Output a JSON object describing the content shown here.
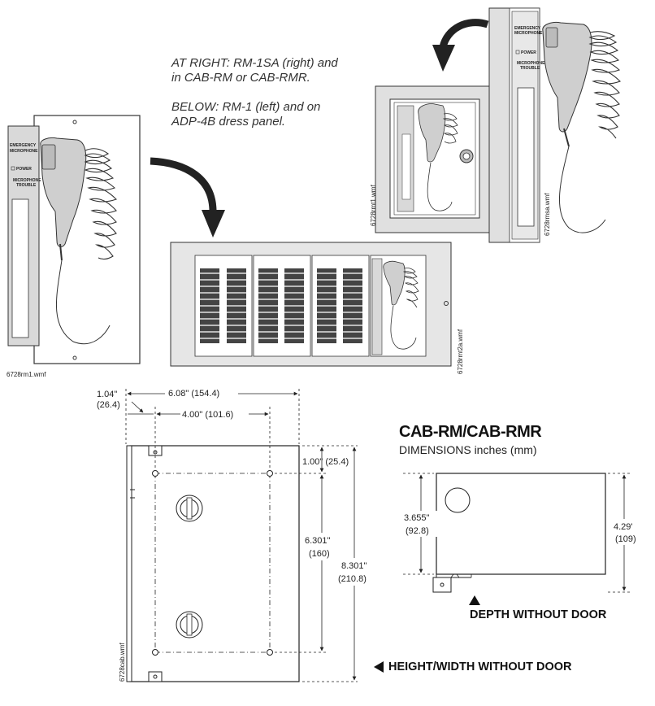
{
  "caption": {
    "line1": "AT RIGHT: RM-1SA (right) and",
    "line2": "in CAB-RM or CAB-RMR.",
    "line3": "BELOW: RM-1 (left) and on",
    "line4": "ADP-4B dress panel."
  },
  "panel_labels": {
    "emergency": "EMERGENCY",
    "microphone": "MICROPHONE",
    "power": "POWER",
    "mic_trouble_1": "MICROPHONE",
    "mic_trouble_2": "TROUBLE"
  },
  "file_labels": {
    "rm1": "6728rm1.wmf",
    "rmt1": "6728rmt1.wmf",
    "rmsa": "6728rmsa.wmf",
    "rmt2a": "6728rmt2a.wmf",
    "cab": "6728cab.wmf"
  },
  "dimensions": {
    "width_outer": "6.08\" (154.4)",
    "width_inner": "4.00\" (101.6)",
    "left_offset_in": "1.04\"",
    "left_offset_mm": "(26.4)",
    "top_offset": "1.00\" (25.4)",
    "hole_spacing_in": "6.301\"",
    "hole_spacing_mm": "(160)",
    "height_in": "8.301\"",
    "height_mm": "(210.8)",
    "depth_partial_in": "3.655\"",
    "depth_partial_mm": "(92.8)",
    "depth_in": "4.29'",
    "depth_mm": "(109)"
  },
  "title": "CAB-RM/CAB-RMR",
  "subtitle": "DIMENSIONS inches (mm)",
  "depth_label": "DEPTH WITHOUT DOOR",
  "height_width_label": "HEIGHT/WIDTH WITHOUT DOOR"
}
